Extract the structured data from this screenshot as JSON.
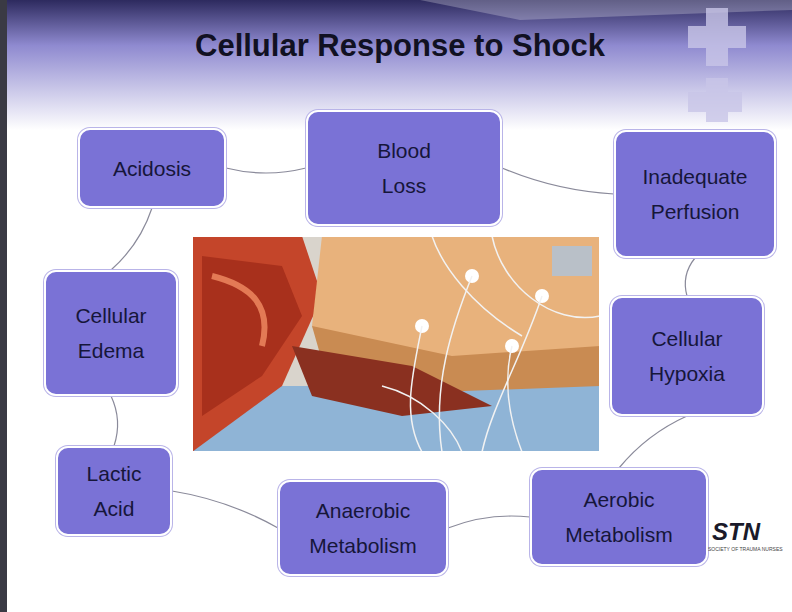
{
  "diagram": {
    "title": "Cellular Response to Shock",
    "nodes": [
      {
        "text": [
          "Acidosis"
        ]
      },
      {
        "text": [
          "Blood Loss"
        ]
      },
      {
        "text": [
          "Inadequate Perfusion"
        ]
      },
      {
        "text": [
          "Cellular Edema"
        ]
      },
      {
        "text": [
          "Cellular Hypoxia"
        ]
      },
      {
        "text": [
          "Lactic Acid"
        ]
      },
      {
        "text": [
          "Anaerobic Metabolism"
        ]
      },
      {
        "text": [
          "Aerobic Metabolism"
        ]
      }
    ],
    "edges": [
      {
        "from": 1,
        "to": 2,
        "arrow": "none"
      },
      {
        "from": 2,
        "to": 4,
        "arrow": "none"
      },
      {
        "from": 4,
        "to": 7,
        "arrow": "none"
      },
      {
        "from": 7,
        "to": 6,
        "arrow": "none"
      },
      {
        "from": 6,
        "to": 5,
        "arrow": "none"
      },
      {
        "from": 5,
        "to": 3,
        "arrow": "none"
      },
      {
        "from": 3,
        "to": 0,
        "arrow": "none"
      },
      {
        "from": 0,
        "to": 1,
        "arrow": "none"
      }
    ],
    "labels": [
      "STN",
      "SOCIETY OF TRAUMA NURSES"
    ]
  }
}
